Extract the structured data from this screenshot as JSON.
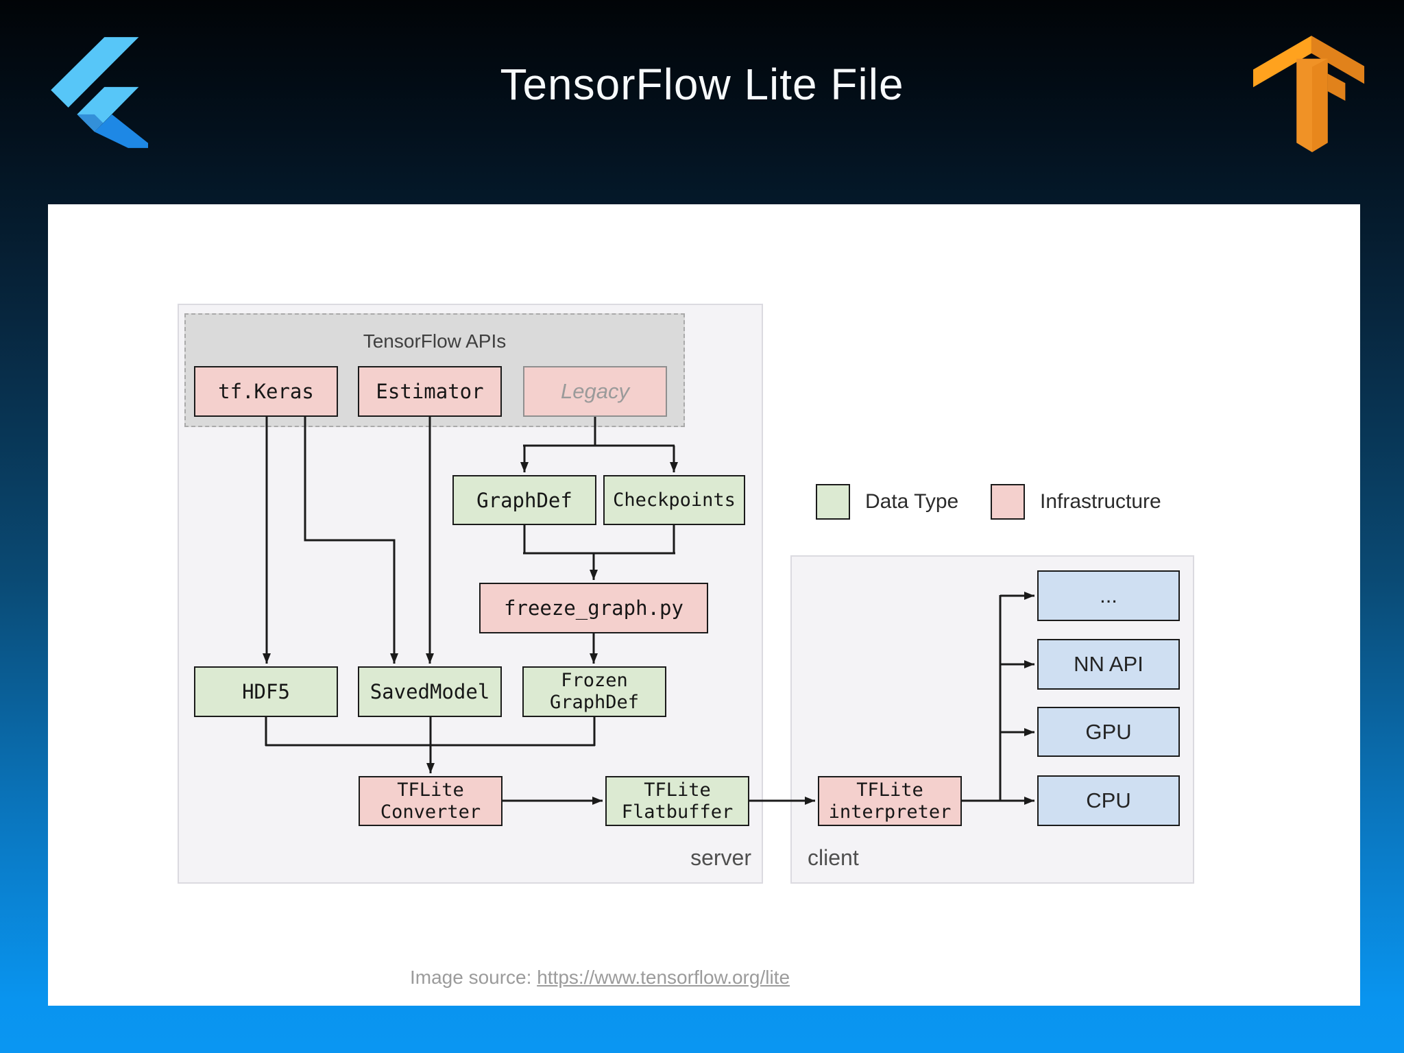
{
  "header": {
    "title": "TensorFlow Lite File"
  },
  "icons": {
    "flutter": "flutter-logo",
    "tensorflow": "tensorflow-logo"
  },
  "diagram": {
    "apis_group_title": "TensorFlow APIs",
    "nodes": {
      "tf_keras": "tf.Keras",
      "estimator": "Estimator",
      "legacy": "Legacy",
      "graphdef": "GraphDef",
      "checkpoints": "Checkpoints",
      "freeze_graph": "freeze_graph.py",
      "hdf5": "HDF5",
      "savedmodel": "SavedModel",
      "frozen_graphdef": "Frozen\nGraphDef",
      "tflite_converter": "TFLite\nConverter",
      "tflite_flatbuffer": "TFLite\nFlatbuffer",
      "tflite_interpreter": "TFLite\ninterpreter",
      "delegate_other": "...",
      "nn_api": "NN API",
      "gpu": "GPU",
      "cpu": "CPU"
    },
    "regions": {
      "server": "server",
      "client": "client"
    },
    "legend": {
      "data_type": "Data Type",
      "infrastructure": "Infrastructure"
    },
    "colors": {
      "data_type_fill": "#dcead2",
      "infrastructure_fill": "#f4d0cd",
      "delegate_fill": "#cfdff2",
      "apis_group_fill": "#dadada",
      "connector": "#1a1a1a",
      "slide_bottom": "#0a96f2"
    }
  },
  "footer": {
    "prefix": "Image source: ",
    "link": "https://www.tensorflow.org/lite"
  }
}
